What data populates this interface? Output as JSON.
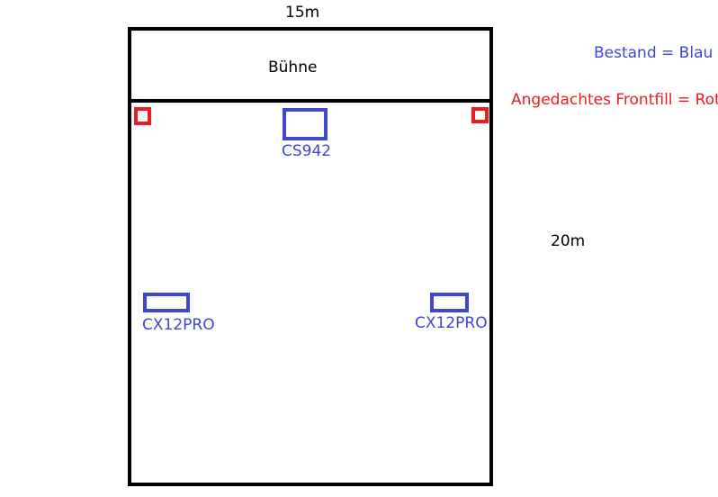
{
  "dimensions": {
    "width_label": "15m",
    "depth_label": "20m"
  },
  "stage": {
    "label": "Bühne"
  },
  "legend": {
    "existing": "Bestand = Blau",
    "planned": "Angedachtes Frontfill = Rot"
  },
  "speakers": {
    "center": {
      "label": "CS942"
    },
    "left": {
      "label": "CX12PRO"
    },
    "right": {
      "label": "CX12PRO"
    }
  },
  "colors": {
    "existing": "#3f48cc",
    "planned": "#ed1c24",
    "outline": "#000000"
  }
}
